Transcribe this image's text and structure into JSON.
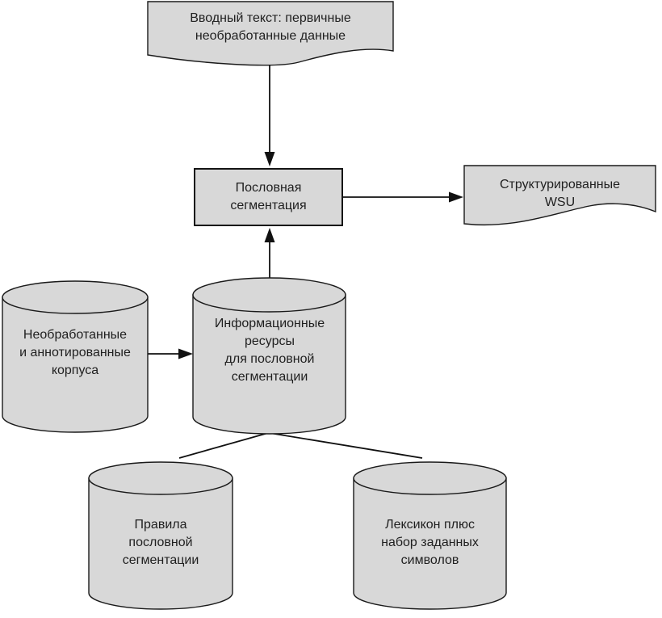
{
  "diagram": {
    "background": "#ffffff",
    "colors": {
      "shape_fill": "#d8d8d8",
      "shape_stroke": "#1a1a1a",
      "connector": "#111111",
      "text": "#1f1f1f"
    },
    "nodes": {
      "input_text": {
        "type": "document",
        "label": "Вводный текст: первичные\nнеобработанные данные"
      },
      "segmentation": {
        "type": "process",
        "label": "Пословная\nсегментация"
      },
      "structured_wsu": {
        "type": "document",
        "label": "Структурированные\nWSU"
      },
      "corpora": {
        "type": "database",
        "label": "Необработанные\nи аннотированные\nкорпуса"
      },
      "resources": {
        "type": "database",
        "label": "Информационные\nресурсы\nдля пословной\nсегментации"
      },
      "rules": {
        "type": "database",
        "label": "Правила\nпословной\nсегментации"
      },
      "lexicon": {
        "type": "database",
        "label": "Лексикон плюс\nнабор заданных\nсимволов"
      }
    },
    "edges": [
      {
        "from": "input_text",
        "to": "segmentation",
        "arrow": true
      },
      {
        "from": "segmentation",
        "to": "structured_wsu",
        "arrow": true
      },
      {
        "from": "resources",
        "to": "segmentation",
        "arrow": true
      },
      {
        "from": "corpora",
        "to": "resources",
        "arrow": true
      },
      {
        "from": "resources",
        "to": "rules",
        "arrow": false
      },
      {
        "from": "resources",
        "to": "lexicon",
        "arrow": false
      }
    ]
  }
}
